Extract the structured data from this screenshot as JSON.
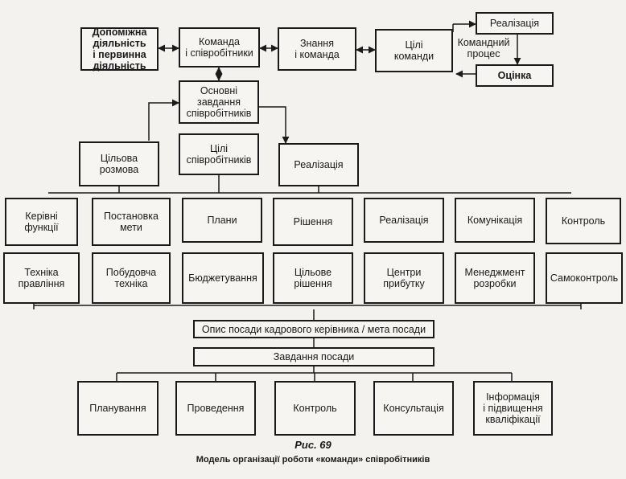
{
  "top_row": {
    "aux": "Допоміжна\nдіяльність\nі первинна\nдіяльність",
    "team": "Команда\nі співробітники",
    "knowledge": "Знання\nі команда",
    "goals": "Цілі\nкоманди"
  },
  "process": {
    "realization": "Реалізація",
    "label": "Командний\nпроцес",
    "evaluation": "Оцінка"
  },
  "tasks": {
    "main": "Основні\nзавдання\nспівробітників",
    "talk": "Цільова\nрозмова",
    "employee_goals": "Цілі\nспівробітників",
    "realization": "Реалізація"
  },
  "functions_row": [
    "Керівні\nфункції",
    "Постановка\nмети",
    "Плани",
    "Рішення",
    "Реалізація",
    "Комунікація",
    "Контроль"
  ],
  "techniques_row": [
    "Техніка\nправління",
    "Побудовча\nтехніка",
    "Бюджетування",
    "Цільове\nрішення",
    "Центри\nприбутку",
    "Менеджмент\nрозробки",
    "Самоконтроль"
  ],
  "position": {
    "description": "Опис посади кадрового керівника / мета посади",
    "tasks": "Завдання посади"
  },
  "bottom_row": [
    "Планування",
    "Проведення",
    "Контроль",
    "Консультація",
    "Інформація\nі підвищення\nкваліфікації"
  ],
  "caption": {
    "number": "Рис. 69",
    "title": "Модель організації роботи «команди» співробітників"
  }
}
